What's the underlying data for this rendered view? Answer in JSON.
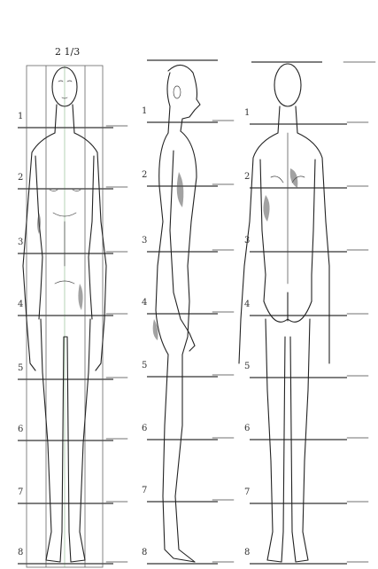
{
  "front": {
    "width_label": "2 1/3",
    "head_marks": [
      "1",
      "2",
      "3",
      "4",
      "5",
      "6",
      "7",
      "8"
    ]
  },
  "side": {
    "head_marks": [
      "1",
      "2",
      "3",
      "4",
      "5",
      "6",
      "7",
      "8"
    ]
  },
  "back": {
    "head_marks": [
      "1",
      "2",
      "3",
      "4",
      "5",
      "6",
      "7",
      "8"
    ]
  },
  "colors": {
    "ink": "#222222",
    "guide": "#555555",
    "centerline": "#7fb27f"
  }
}
